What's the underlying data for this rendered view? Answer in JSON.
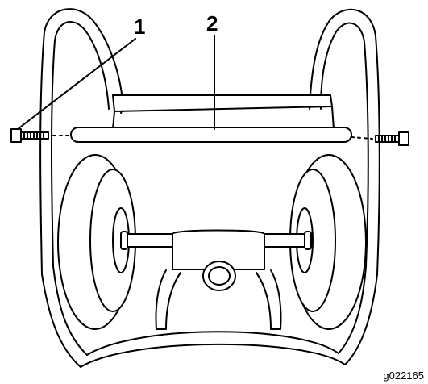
{
  "callouts": [
    {
      "id": "1",
      "label": "1"
    },
    {
      "id": "2",
      "label": "2"
    }
  ],
  "figure_id": "g022165",
  "colors": {
    "line": "#000000",
    "background": "#ffffff"
  }
}
